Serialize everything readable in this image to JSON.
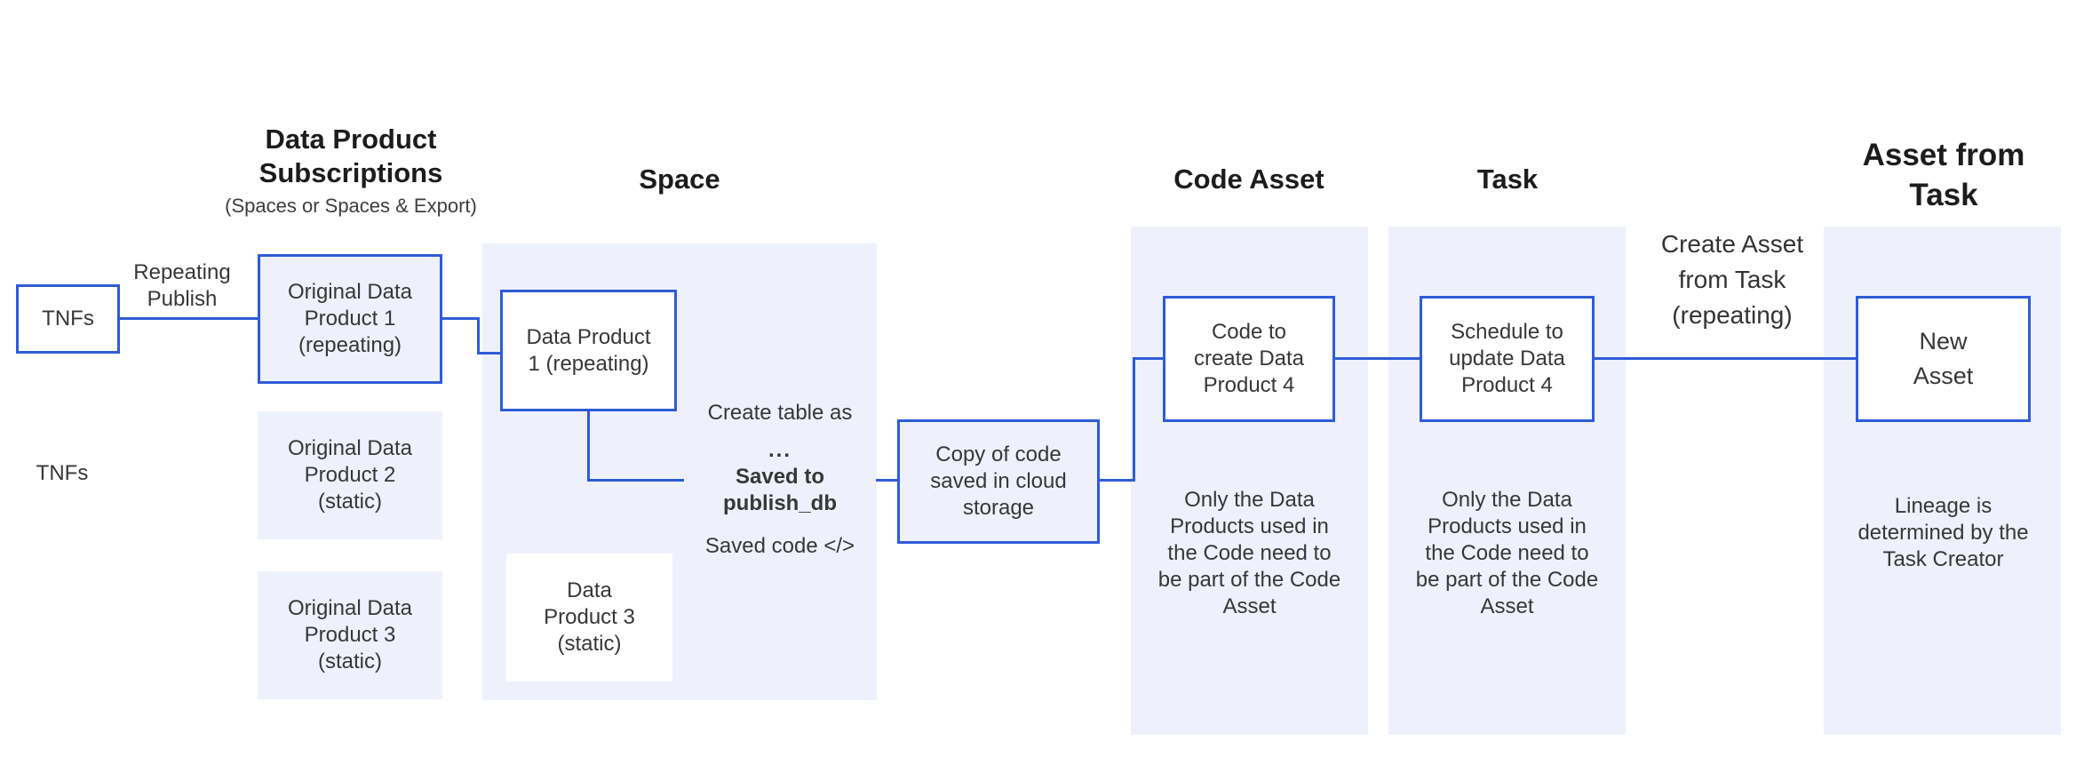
{
  "colors": {
    "accent": "#2e5cd8",
    "panel": "#eef1fb",
    "text": "#373737",
    "heading": "#1c1c1c"
  },
  "headers": {
    "subscriptions": {
      "title": "Data Product\nSubscriptions",
      "subtitle": "(Spaces or Spaces & Export)"
    },
    "space": "Space",
    "code_asset": "Code Asset",
    "task": "Task",
    "asset_from_task": "Asset from\nTask"
  },
  "labels": {
    "tnfs_source": "TNFs",
    "repeating_publish": "Repeating\nPublish",
    "tnfs_static": "TNFs",
    "create_asset_from_task": "Create Asset\nfrom Task\n(repeating)"
  },
  "nodes": {
    "original_dp1": "Original Data\nProduct 1\n(repeating)",
    "original_dp2": "Original Data\nProduct 2\n(static)",
    "original_dp3": "Original Data\nProduct 3\n(static)",
    "data_product_1": "Data Product\n1 (repeating)",
    "data_product_3": "Data\nProduct 3\n(static)",
    "copy_of_code": "Copy of code\nsaved in cloud\nstorage",
    "code_to_create": "Code to\ncreate Data\nProduct 4",
    "schedule_to_update": "Schedule to\nupdate Data\nProduct 4",
    "new_asset": "New\nAsset"
  },
  "notes": {
    "create_table_line": "Create table as",
    "ellipsis": "...",
    "saved_to_bold": "Saved to\npublish_db",
    "saved_code": "Saved code </>",
    "code_asset_note": "Only the Data\nProducts used in\nthe Code need to\nbe part of the Code\nAsset",
    "task_note": "Only the Data\nProducts used in\nthe Code need to\nbe part of the Code\nAsset",
    "lineage_note": "Lineage is\ndetermined by the\nTask Creator"
  }
}
